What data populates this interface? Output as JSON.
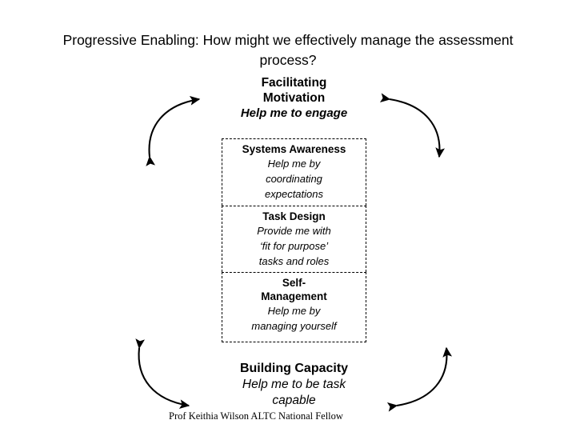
{
  "slide": {
    "title": "Progressive Enabling: How might we effectively manage the assessment process?",
    "attribution": "Prof Keithia Wilson ALTC National Fellow",
    "background_color": "#ffffff",
    "ink_color": "#000000"
  },
  "top_block": {
    "heading_line1": "Facilitating",
    "heading_line2": "Motivation",
    "subtitle": "Help me to engage"
  },
  "bottom_block": {
    "heading": "Building Capacity",
    "subtitle_line1": "Help me to be task",
    "subtitle_line2": "capable"
  },
  "stack": {
    "cells": [
      {
        "heading": "Systems Awareness",
        "body_line1": "Help me by",
        "body_line2": "coordinating",
        "body_line3": "expectations"
      },
      {
        "heading": "Task Design",
        "body_line1": "Provide me with",
        "body_line2": "‘fit for purpose’",
        "body_line3": "tasks and roles"
      },
      {
        "heading_line1": "Self-",
        "heading_line2": "Management",
        "body_line1": "Help me by",
        "body_line2": "managing yourself"
      }
    ]
  },
  "arrows": {
    "top_left": "double-headed-curved-arrow-up-right",
    "top_right": "double-headed-curved-arrow-down-right",
    "bottom_left": "double-headed-curved-arrow-down-right",
    "bottom_right": "double-headed-curved-arrow-up-right"
  }
}
